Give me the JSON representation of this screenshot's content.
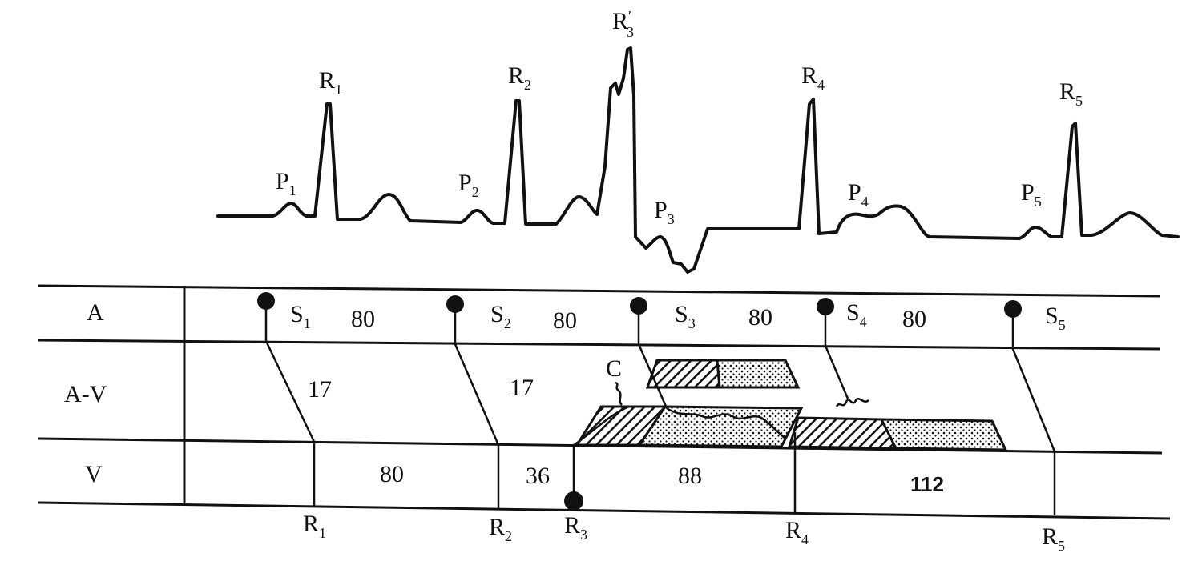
{
  "ecg_labels": [
    {
      "id": "P1",
      "base": "P",
      "sub": "1"
    },
    {
      "id": "R1",
      "base": "R",
      "sub": "1"
    },
    {
      "id": "P2",
      "base": "P",
      "sub": "2"
    },
    {
      "id": "R2",
      "base": "R",
      "sub": "2"
    },
    {
      "id": "R3p",
      "base": "R",
      "sub": "3",
      "prime": "′"
    },
    {
      "id": "P3",
      "base": "P",
      "sub": "3"
    },
    {
      "id": "R4",
      "base": "R",
      "sub": "4"
    },
    {
      "id": "P4",
      "base": "P",
      "sub": "4"
    },
    {
      "id": "P5",
      "base": "P",
      "sub": "5"
    },
    {
      "id": "R5",
      "base": "R",
      "sub": "5"
    }
  ],
  "rows": {
    "a": "A",
    "av": "A-V",
    "v": "V"
  },
  "a_row": {
    "s_labels": [
      {
        "base": "S",
        "sub": "1"
      },
      {
        "base": "S",
        "sub": "2"
      },
      {
        "base": "S",
        "sub": "3"
      },
      {
        "base": "S",
        "sub": "4"
      },
      {
        "base": "S",
        "sub": "5"
      }
    ],
    "intervals": [
      "80",
      "80",
      "80",
      "80"
    ]
  },
  "av_row": {
    "intervals": [
      "17",
      "17"
    ],
    "c_label": "C"
  },
  "v_row": {
    "intervals": [
      "80",
      "36",
      "88",
      "112"
    ]
  },
  "bottom_labels": [
    {
      "base": "R",
      "sub": "1"
    },
    {
      "base": "R",
      "sub": "2"
    },
    {
      "base": "R",
      "sub": "3"
    },
    {
      "base": "R",
      "sub": "4"
    },
    {
      "base": "R",
      "sub": "5"
    }
  ]
}
